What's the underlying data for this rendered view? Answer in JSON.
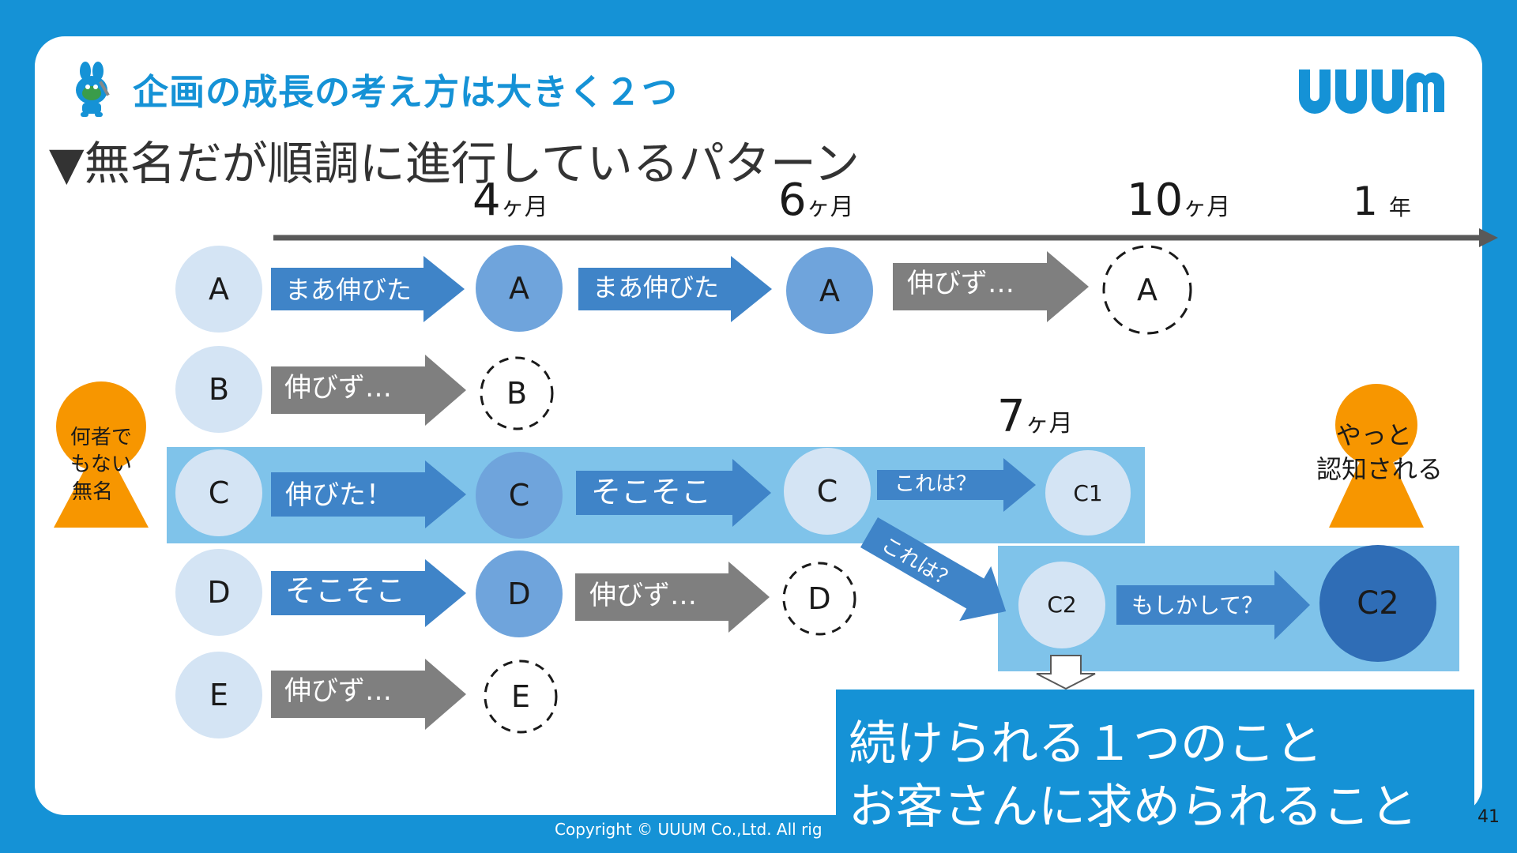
{
  "header": {
    "title": "企画の成長の考え方は大きく２つ",
    "subtitle": "▼無名だが順調に進行しているパターン",
    "logo_text": "UUUM"
  },
  "timeline": {
    "start_label": "",
    "ticks": [
      {
        "num": "4",
        "unit": "ヶ月"
      },
      {
        "num": "6",
        "unit": "ヶ月"
      },
      {
        "num": "10",
        "unit": "ヶ月"
      },
      {
        "num": "1",
        "unit": "年"
      }
    ],
    "extra_tick": {
      "num": "7",
      "unit": "ヶ月"
    }
  },
  "rows": {
    "A": {
      "start": "A",
      "arrow1": "まあ伸びた",
      "mid1": "A",
      "arrow2": "まあ伸びた",
      "mid2": "A",
      "arrow3": "伸びず…",
      "end": "A"
    },
    "B": {
      "start": "B",
      "arrow1": "伸びず…",
      "end": "B"
    },
    "C": {
      "start": "C",
      "arrow1": "伸びた！",
      "mid1": "C",
      "arrow2": "そこそこ",
      "mid2": "C",
      "arrow3": "これは？",
      "end": "C1"
    },
    "C2": {
      "diag_arrow": "これは？",
      "node": "C2",
      "arrow": "もしかして？",
      "big": "C2"
    },
    "D": {
      "start": "D",
      "arrow1": "そこそこ",
      "mid1": "D",
      "arrow2": "伸びず…",
      "end": "D"
    },
    "E": {
      "start": "E",
      "arrow1": "伸びず…",
      "end": "E"
    }
  },
  "people": {
    "left_label_lines": [
      "何者で",
      "もない",
      "無名"
    ],
    "right_label_lines": [
      "やっと",
      "認知される"
    ]
  },
  "callout": {
    "line1": "続けられる１つのこと",
    "line2": "お客さんに求められること"
  },
  "footer": {
    "copyright": "Copyright © UUUM Co.,Ltd. All rig",
    "page_number": "41"
  },
  "colors": {
    "brand_blue": "#1592d6",
    "arrow_blue": "#3f84c8",
    "arrow_gray": "#7f7f7f",
    "circle_light": "#d4e4f4",
    "circle_mid": "#6fa4dc",
    "circle_dark": "#2f6db6",
    "highlight_band": "#7fc3ea",
    "person_orange": "#f79600"
  }
}
